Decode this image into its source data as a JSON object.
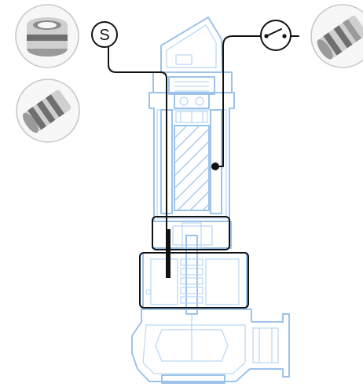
{
  "symbols": {
    "sensor_label": "S"
  },
  "colors": {
    "pump_outline": "#9cc3ea",
    "wire": "#111111",
    "thumbnail_ring": "#c8c8c8"
  },
  "icons": [
    "seal-ring-thumbnail",
    "seal-cartridge-thumbnail",
    "switch-symbol",
    "sensor-symbol"
  ]
}
